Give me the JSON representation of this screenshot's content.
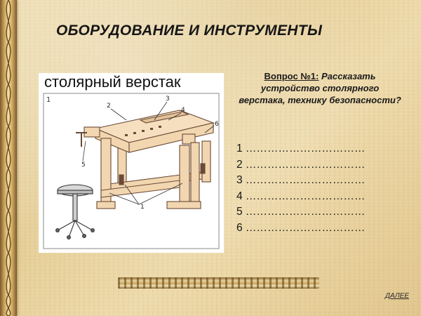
{
  "slide": {
    "title": "ОБОРУДОВАНИЕ  И ИНСТРУМЕНТЫ"
  },
  "figure": {
    "label": "столярный верстак",
    "panel_number": "1",
    "callouts": [
      "1",
      "2",
      "3",
      "4",
      "5",
      "6",
      "1"
    ]
  },
  "question": {
    "label": "Вопрос №1:",
    "text": "Рассказать устройство столярного верстака, технику безопасности?"
  },
  "answers": [
    "1 ……………………………",
    "2 ……………………………",
    "3 ……………………………",
    "4 ……………………………",
    "5 ……………………………",
    "6 ……………………………"
  ],
  "navigation": {
    "next_label": "ДАЛЕЕ"
  },
  "colors": {
    "parchment": "#e9d4a2",
    "workbench_wood": "#f2d6b0",
    "workbench_line": "#6a4a36"
  }
}
